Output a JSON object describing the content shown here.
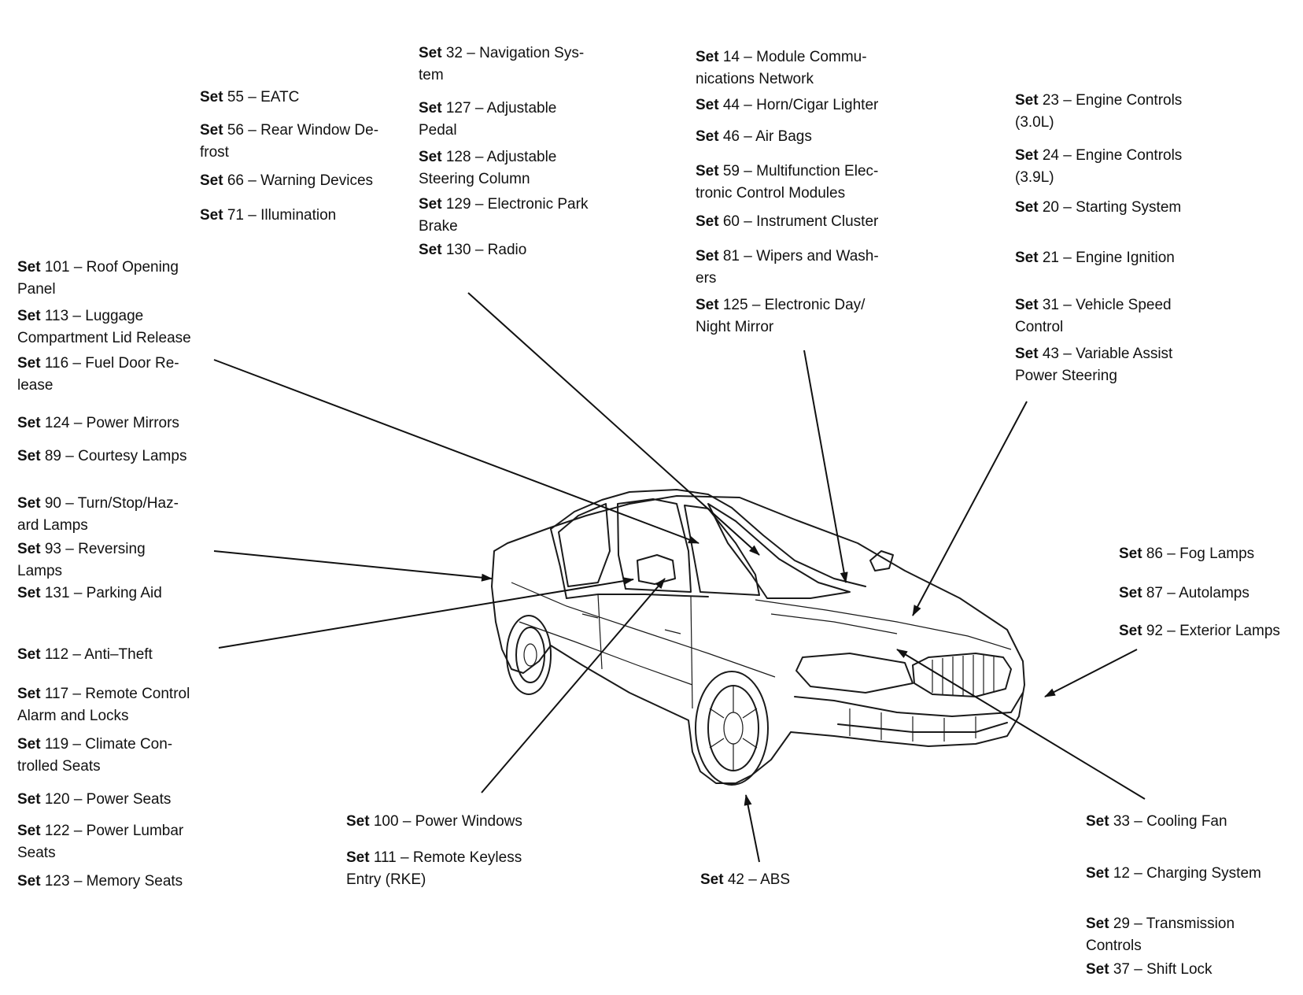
{
  "labels": {
    "set55": {
      "set": "Set",
      "rest": " 55 – EATC"
    },
    "set56": {
      "set": "Set",
      "rest": " 56 – Rear Window De-\nfrost"
    },
    "set66": {
      "set": "Set",
      "rest": " 66 – Warning Devices"
    },
    "set71": {
      "set": "Set",
      "rest": " 71 – Illumination"
    },
    "set32": {
      "set": "Set",
      "rest": " 32 – Navigation Sys-\ntem"
    },
    "set127": {
      "set": "Set",
      "rest": " 127 – Adjustable\nPedal"
    },
    "set128": {
      "set": "Set",
      "rest": " 128 – Adjustable\nSteering Column"
    },
    "set129": {
      "set": "Set",
      "rest": " 129 – Electronic Park\nBrake"
    },
    "set130": {
      "set": "Set",
      "rest": " 130 – Radio"
    },
    "set14": {
      "set": "Set",
      "rest": " 14 – Module Commu-\nnications Network"
    },
    "set44": {
      "set": "Set",
      "rest": " 44 – Horn/Cigar Lighter"
    },
    "set46": {
      "set": "Set",
      "rest": " 46 – Air Bags"
    },
    "set59": {
      "set": "Set",
      "rest": " 59 – Multifunction Elec-\ntronic Control Modules"
    },
    "set60": {
      "set": "Set",
      "rest": " 60 – Instrument Cluster"
    },
    "set81": {
      "set": "Set",
      "rest": " 81 – Wipers and Wash-\ners"
    },
    "set125": {
      "set": "Set",
      "rest": " 125 – Electronic Day/\nNight Mirror"
    },
    "set23": {
      "set": "Set",
      "rest": " 23 – Engine Controls\n(3.0L)"
    },
    "set24": {
      "set": "Set",
      "rest": " 24 – Engine Controls\n(3.9L)"
    },
    "set20": {
      "set": "Set",
      "rest": " 20 – Starting System"
    },
    "set21": {
      "set": "Set",
      "rest": " 21 – Engine Ignition"
    },
    "set31": {
      "set": "Set",
      "rest": " 31 – Vehicle Speed\nControl"
    },
    "set43": {
      "set": "Set",
      "rest": " 43 – Variable Assist\nPower Steering"
    },
    "set101": {
      "set": "Set",
      "rest": " 101 – Roof Opening\nPanel"
    },
    "set113": {
      "set": "Set",
      "rest": " 113 – Luggage\nCompartment Lid Release"
    },
    "set116": {
      "set": "Set",
      "rest": " 116 – Fuel Door Re-\nlease"
    },
    "set124": {
      "set": "Set",
      "rest": " 124 – Power Mirrors"
    },
    "set89": {
      "set": "Set",
      "rest": " 89 – Courtesy Lamps"
    },
    "set90": {
      "set": "Set",
      "rest": " 90 – Turn/Stop/Haz-\nard Lamps"
    },
    "set93": {
      "set": "Set",
      "rest": " 93 – Reversing\nLamps"
    },
    "set131": {
      "set": "Set",
      "rest": " 131 – Parking Aid"
    },
    "set112": {
      "set": "Set",
      "rest": " 112 – Anti–Theft"
    },
    "set117": {
      "set": "Set",
      "rest": " 117 – Remote Control\nAlarm and Locks"
    },
    "set119": {
      "set": "Set",
      "rest": " 119 – Climate Con-\ntrolled Seats"
    },
    "set120": {
      "set": "Set",
      "rest": " 120 – Power Seats"
    },
    "set122": {
      "set": "Set",
      "rest": " 122 – Power Lumbar\nSeats"
    },
    "set123": {
      "set": "Set",
      "rest": " 123 – Memory Seats"
    },
    "set86": {
      "set": "Set",
      "rest": " 86 – Fog Lamps"
    },
    "set87": {
      "set": "Set",
      "rest": " 87 – Autolamps"
    },
    "set92": {
      "set": "Set",
      "rest": " 92 – Exterior Lamps"
    },
    "set100": {
      "set": "Set",
      "rest": " 100 – Power Windows"
    },
    "set111": {
      "set": "Set",
      "rest": " 111 – Remote Keyless\nEntry (RKE)"
    },
    "set42": {
      "set": "Set",
      "rest": " 42 – ABS"
    },
    "set33": {
      "set": "Set",
      "rest": " 33 – Cooling Fan"
    },
    "set12": {
      "set": "Set",
      "rest": " 12 – Charging System"
    },
    "set29": {
      "set": "Set",
      "rest": " 29 – Transmission\nControls"
    },
    "set37": {
      "set": "Set",
      "rest": " 37 – Shift Lock"
    }
  },
  "colors": {
    "ink": "#111111",
    "background": "#ffffff"
  },
  "illustration": "sedan-line-drawing"
}
